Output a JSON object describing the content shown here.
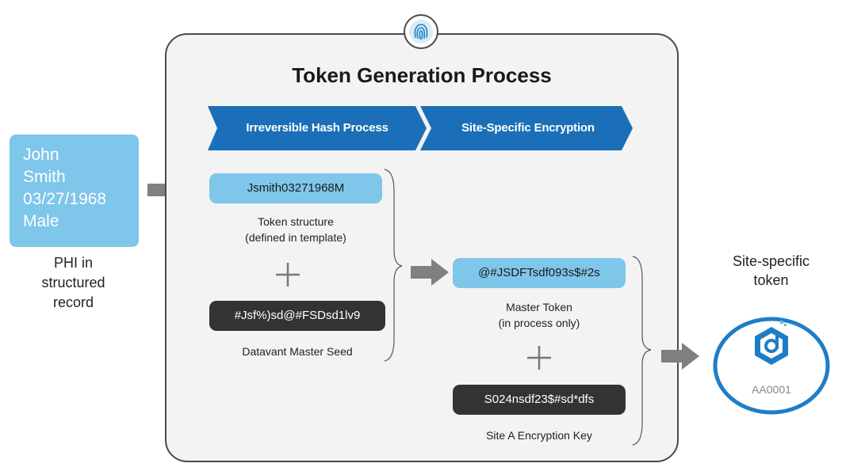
{
  "record": {
    "lines": [
      "John",
      "Smith",
      "03/27/1968",
      "Male"
    ],
    "caption_lines": [
      "PHI in",
      "structured",
      "record"
    ]
  },
  "panel": {
    "title": "Token Generation Process",
    "steps": [
      "Irreversible Hash Process",
      "Site-Specific Encryption"
    ]
  },
  "hash": {
    "token_structure_value": "Jsmith03271968M",
    "token_structure_caption": [
      "Token structure",
      "(defined in template)"
    ],
    "master_seed_value": "#Jsf%)sd@#FSDsd1lv9",
    "master_seed_caption": "Datavant Master Seed"
  },
  "encryption": {
    "master_token_value": "@#JSDFTsdf093s$#2s",
    "master_token_caption": [
      "Master Token",
      "(in process only)"
    ],
    "site_key_value": "S024nsdf23$#sd*dfs",
    "site_key_caption": "Site A Encryption Key"
  },
  "output": {
    "caption_lines": [
      "Site-specific",
      "token"
    ],
    "token_id": "AA0001"
  },
  "colors": {
    "chevron_blue": "#1b6fb8",
    "light_blue": "#7ec6ea",
    "dark_pill": "#333333",
    "arrow_gray": "#808080",
    "badge_blue": "#1f7dc6"
  },
  "icons": {
    "plus": "+",
    "fingerprint": "fingerprint-icon",
    "logo": "datavant-logo-icon"
  }
}
